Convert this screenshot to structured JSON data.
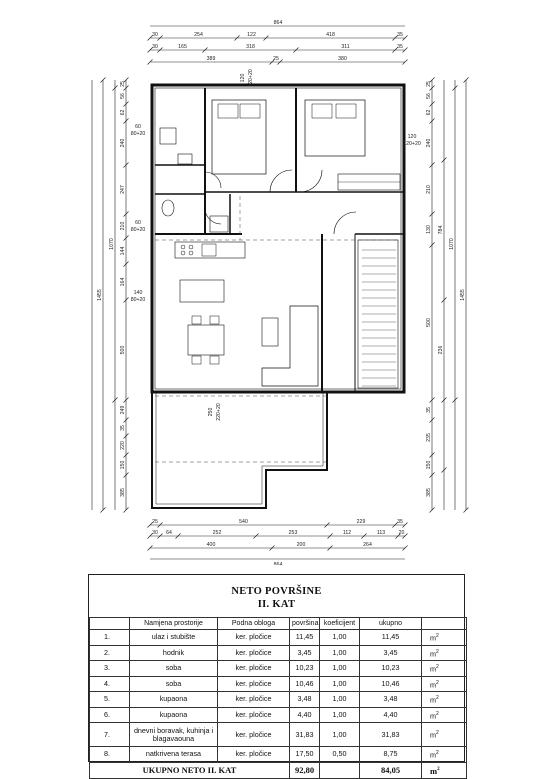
{
  "plan": {
    "top_dims": {
      "total": "864",
      "row1": [
        "30",
        "254",
        "122",
        "418",
        "35"
      ],
      "row2": [
        "30",
        "165",
        "318",
        "311",
        "35"
      ],
      "row3": [
        "389",
        "25",
        "380"
      ]
    },
    "bottom_dims": {
      "row1": [
        "25",
        "540",
        "229",
        "35"
      ],
      "row2": [
        "30",
        "64",
        "252",
        "253",
        "112",
        "113",
        "20"
      ],
      "row3": [
        "400",
        "200",
        "264"
      ],
      "total": "864"
    },
    "left_dims": {
      "inner": [
        "25",
        "56",
        "62",
        "240",
        "247",
        "210",
        "144",
        "164",
        "500",
        "249",
        "35",
        "220",
        "150",
        "385"
      ],
      "mid": [
        "1070"
      ],
      "outer": [
        "1455"
      ]
    },
    "right_dims": {
      "inner": [
        "25",
        "56",
        "62",
        "240",
        "210",
        "130",
        "500",
        "35",
        "235",
        "150",
        "385"
      ],
      "mid": [
        "1070"
      ],
      "outer": [
        "1455"
      ],
      "extra": [
        "784",
        "236"
      ]
    },
    "openings": [
      {
        "top": "60",
        "bottom": "80+20"
      },
      {
        "top": "60",
        "bottom": "80+20"
      },
      {
        "top": "140",
        "bottom": "80+20"
      },
      {
        "top": "120",
        "bottom": "120+20"
      },
      {
        "top": "120",
        "bottom": "120+20"
      },
      {
        "top": "250",
        "bottom": "220+20"
      }
    ]
  },
  "table": {
    "title1": "NETO POVRŠINE",
    "title2": "II. KAT",
    "headers": [
      "Namjena prostorije",
      "Podna obloga",
      "površina",
      "koeficijent",
      "ukupno"
    ],
    "rows": [
      {
        "num": "1.",
        "name": "ulaz i stubište",
        "floor": "ker. pločice",
        "area": "11,45",
        "coef": "1,00",
        "total": "11,45"
      },
      {
        "num": "2.",
        "name": "hodnik",
        "floor": "ker. pločice",
        "area": "3,45",
        "coef": "1,00",
        "total": "3,45"
      },
      {
        "num": "3.",
        "name": "soba",
        "floor": "ker. pločice",
        "area": "10,23",
        "coef": "1,00",
        "total": "10,23"
      },
      {
        "num": "4.",
        "name": "soba",
        "floor": "ker. pločice",
        "area": "10,46",
        "coef": "1,00",
        "total": "10,46"
      },
      {
        "num": "5.",
        "name": "kupaona",
        "floor": "ker. pločice",
        "area": "3,48",
        "coef": "1,00",
        "total": "3,48"
      },
      {
        "num": "6.",
        "name": "kupaona",
        "floor": "ker. pločice",
        "area": "4,40",
        "coef": "1,00",
        "total": "4,40"
      },
      {
        "num": "7.",
        "name": "dnevni boravak, kuhinja i blagavaouna",
        "floor": "ker. pločice",
        "area": "31,83",
        "coef": "1,00",
        "total": "31,83"
      },
      {
        "num": "8.",
        "name": "natkrivena terasa",
        "floor": "ker. pločice",
        "area": "17,50",
        "coef": "0,50",
        "total": "8,75"
      }
    ],
    "unit": "m",
    "unit_exp": "2",
    "total_label": "UKUPNO NETO II. KAT",
    "total_area": "92,80",
    "total_sum": "84,05"
  }
}
